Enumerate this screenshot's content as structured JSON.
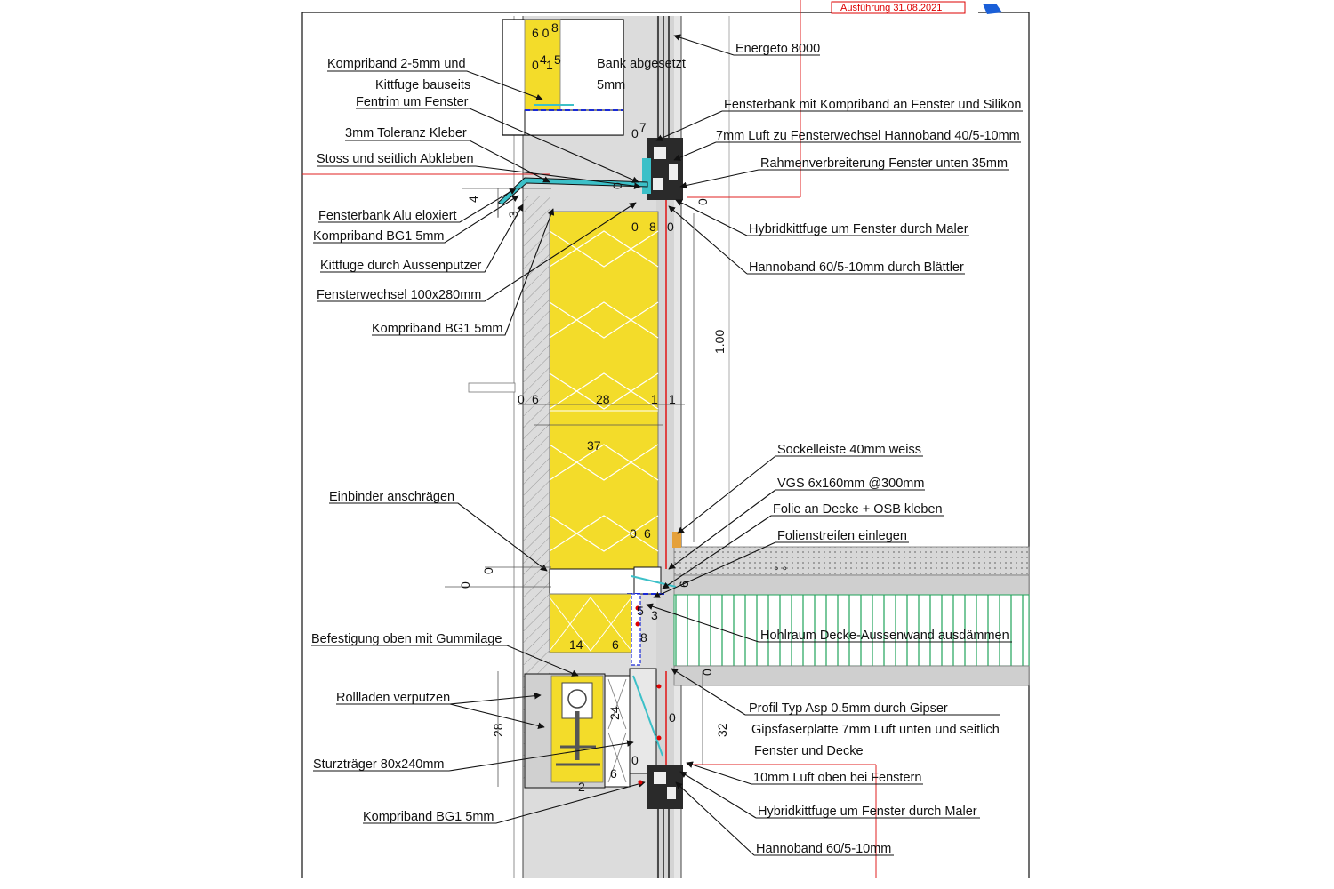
{
  "stamp": "Ausführung 31.08.2021",
  "colors": {
    "insulation": "#f3dc2a",
    "concrete": "#dcdcdc",
    "floor_insulation": "#1fa35a",
    "membrane": "#e02020",
    "tape": "#3cc0c8",
    "blue_line": "#1a2ad8",
    "skirting": "#e5a13b"
  },
  "labels": {
    "kompriband_2_5": "Kompriband 2-5mm und",
    "kittfuge_bauseits": "Kittfuge bauseits",
    "fentrim": "Fentrim um Fenster",
    "toleranz_kleber": "3mm Toleranz Kleber",
    "stoss": "Stoss und seitlich Abkleben",
    "fensterbank_alu": "Fensterbank Alu eloxiert",
    "kompriband_bg1_a": "Kompriband BG1 5mm",
    "kittfuge_aussenputzer": "Kittfuge durch Aussenputzer",
    "fensterwechsel": "Fensterwechsel 100x280mm",
    "kompriband_bg1_b": "Kompriband BG1 5mm",
    "bank_abgesetzt_1": "Bank abgesetzt",
    "bank_abgesetzt_2": "5mm",
    "energeto": "Energeto 8000",
    "fensterbank_kompriband": "Fensterbank mit Kompriband an Fenster und Silikon",
    "luft_fensterwechsel": "7mm Luft zu Fensterwechsel Hannoband 40/5-10mm",
    "rahmenverbreiterung": "Rahmenverbreiterung Fenster unten 35mm",
    "hybridkittfuge_a": "Hybridkittfuge um Fenster durch Maler",
    "hannoband_blaettler": "Hannoband 60/5-10mm durch Blättler",
    "sockelleiste": "Sockelleiste 40mm weiss",
    "vgs": "VGS 6x160mm @300mm",
    "folie_decke": "Folie an Decke + OSB kleben",
    "folienstreifen": "Folienstreifen einlegen",
    "einbinder": "Einbinder anschrägen",
    "hohlraum": "Hohlraum Decke-Aussenwand ausdämmen",
    "befestigung": "Befestigung oben mit Gummilage",
    "rollladen": "Rollladen verputzen",
    "sturztraeger": "Sturzträger 80x240mm",
    "kompriband_bg1_c": "Kompriband BG1 5mm",
    "profil_asp": "Profil Typ Asp 0.5mm durch Gipser",
    "gipsfaser_1": "Gipsfaserplatte 7mm Luft unten und seitlich",
    "gipsfaser_2": "Fenster und Decke",
    "luft_oben": "10mm Luft oben bei Fenstern",
    "hybridkittfuge_b": "Hybridkittfuge um Fenster durch Maler",
    "hannoband_b": "Hannoband 60/5-10mm"
  },
  "dims": {
    "d_6_0": "6 0",
    "d_8": "8",
    "d_0_4": "0",
    "d_4sup": "4",
    "d_1_5": "1",
    "d_5sup": "5",
    "d_0_7top": "0",
    "d_7sup": "7",
    "d_4": "4",
    "d_3": "3",
    "d_0_5": "0",
    "d_0_7b": "0",
    "d_8b": "8",
    "d_0_1": "0",
    "d_0_4b": "0",
    "d_1_00": "1.00",
    "d_0_7c": "0",
    "d_6": "6",
    "d_28": "28",
    "d_1_5b": "1",
    "d_1_5c": "1",
    "d_37": "37",
    "d_0_5b": "0",
    "d_6b": "6",
    "d_0_1b": "0",
    "d_0_5c": "0",
    "d_6c": "6",
    "d_5_3": "5",
    "d_3b": "3",
    "d_8c": "8",
    "d_14": "14",
    "d_6d": "6",
    "d_0_7d": "0",
    "d_24": "24",
    "d_28b": "28",
    "d_32": "32",
    "d_0_4c": "0",
    "d_0_5d": "0",
    "d_2": "2",
    "d_6e": "6"
  }
}
